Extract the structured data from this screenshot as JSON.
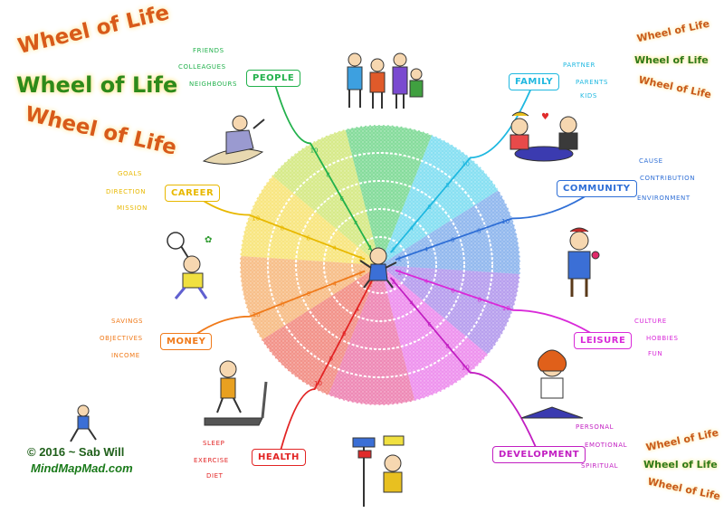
{
  "titles": {
    "top_left": [
      "Wheel of Life",
      "Wheel of Life",
      "Wheel of Life"
    ],
    "top_right": [
      "Wheel of Life",
      "Wheel of Life",
      "Wheel of Life"
    ],
    "bottom_right": [
      "Wheel of Life",
      "Wheel of Life",
      "Wheel of Life"
    ]
  },
  "credit": {
    "line1": "© 2016 ~ Sab Will",
    "line2": "MindMapMad.com"
  },
  "branches": [
    {
      "key": "people",
      "label": "PEOPLE",
      "color": "#22b14c",
      "leaves": [
        "FRIENDS",
        "COLLEAGUES",
        "NEIGHBOURS"
      ]
    },
    {
      "key": "family",
      "label": "FAMILY",
      "color": "#1fb8e0",
      "leaves": [
        "PARTNER",
        "PARENTS",
        "KIDS"
      ]
    },
    {
      "key": "community",
      "label": "COMMUNITY",
      "color": "#2f6fd6",
      "leaves": [
        "CAUSE",
        "CONTRIBUTION",
        "ENVIRONMENT"
      ]
    },
    {
      "key": "leisure",
      "label": "LEISURE",
      "color": "#d92ad9",
      "leaves": [
        "CULTURE",
        "HOBBIES",
        "FUN"
      ]
    },
    {
      "key": "development",
      "label": "DEVELOPMENT",
      "color": "#c21fc2",
      "leaves": [
        "PERSONAL",
        "EMOTIONAL",
        "SPIRITUAL"
      ]
    },
    {
      "key": "health",
      "label": "HEALTH",
      "color": "#e22424",
      "leaves": [
        "SLEEP",
        "EXERCISE",
        "DIET"
      ]
    },
    {
      "key": "money",
      "label": "MONEY",
      "color": "#f07a1a",
      "leaves": [
        "SAVINGS",
        "OBJECTIVES",
        "INCOME"
      ]
    },
    {
      "key": "career",
      "label": "CAREER",
      "color": "#e8b800",
      "leaves": [
        "GOALS",
        "DIRECTION",
        "MISSION"
      ]
    }
  ],
  "wheel": {
    "scale_max": 10,
    "segment_colors": [
      "#22c04a",
      "#26c6e8",
      "#3b7fe0",
      "#7e52e0",
      "#e03be0",
      "#e0297a",
      "#e83b2a",
      "#f08a2a",
      "#f2d21a",
      "#b7d82a"
    ],
    "scale_labels": [
      "2",
      "4",
      "6",
      "8",
      "10"
    ]
  }
}
